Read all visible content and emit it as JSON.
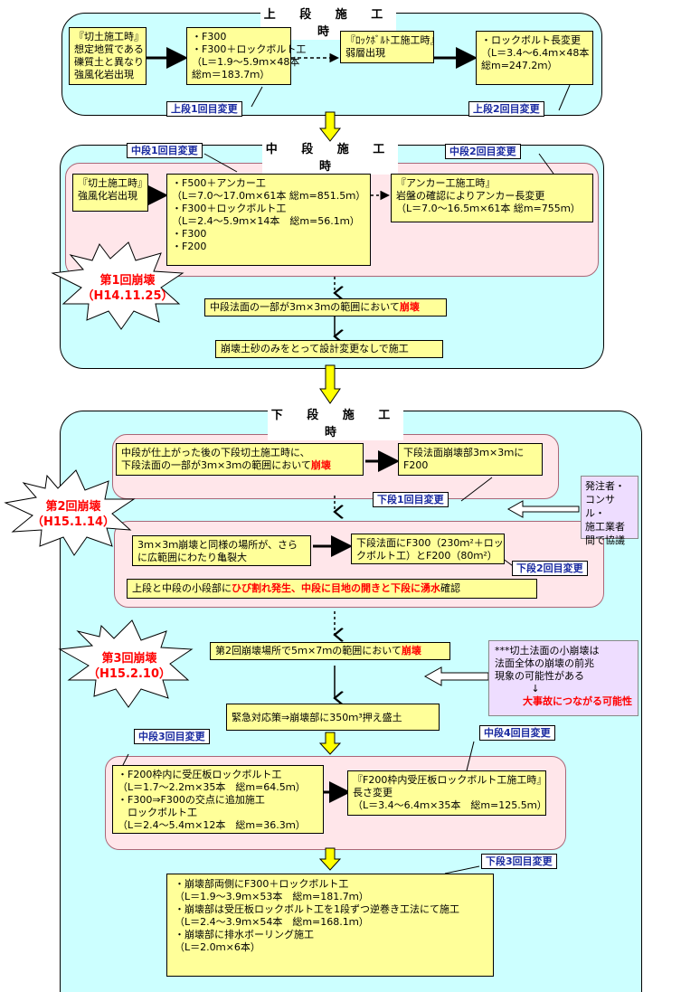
{
  "upper": {
    "title": "上 段 施 工 時",
    "box1": [
      "『切土施工時』",
      "想定地質である",
      "礫質土と異なり",
      "強風化岩出現"
    ],
    "box2": [
      "・F300",
      "・F300＋ロックボルト工",
      "（L＝1.9～5.9ｍ×48本",
      "総m＝183.7ｍ）"
    ],
    "box3": [
      "『ﾛｯｸﾎﾞﾙﾄ工施工時』",
      "弱層出現"
    ],
    "box4": [
      "・ロックボルト長変更",
      "（L＝3.4～6.4ｍ×48本",
      "総m=247.2ｍ）"
    ],
    "rev1": "上段1回目変更",
    "rev2": "上段2回目変更"
  },
  "middle": {
    "title": "中 段 施 工 時",
    "rev1": "中段1回目変更",
    "rev2": "中段2回目変更",
    "box1": [
      "『切土施工時』",
      "強風化岩出現"
    ],
    "box2": [
      "・F500＋アンカー工",
      "（L＝7.0～17.0ｍ×61本 総m=851.5ｍ）",
      "・F300＋ロックボルト工",
      "（L＝2.4～5.9ｍ×14本　総m=56.1ｍ）",
      "・F300",
      "・F200"
    ],
    "box3": [
      "『アンカー工施工時』",
      "岩盤の確認によりアンカー長変更",
      "（L＝7.0～16.5ｍ×61本 総m=755ｍ）"
    ],
    "collapse": {
      "pre": "中段法面の一部が3ｍ×3ｍの範囲において",
      "red": "崩壊"
    },
    "remove": "崩壊土砂のみをとって設計変更なしで施工"
  },
  "burst1": {
    "title": "第1回崩壊",
    "date": "（H14.11.25）"
  },
  "burst2": {
    "title": "第2回崩壊",
    "date": "（H15.1.14）"
  },
  "burst3": {
    "title": "第3回崩壊",
    "date": "（H15.2.10）"
  },
  "lower": {
    "title": "下 段 施 工 時",
    "box1": {
      "l1": "中段が仕上がった後の下段切土施工時に、",
      "l2pre": "下段法面の一部が3ｍ×3ｍの範囲において",
      "l2red": "崩壊"
    },
    "box2": [
      "下段法面崩壊部3ｍ×3ｍに",
      "F200"
    ],
    "rev1": "下段1回目変更",
    "box3": [
      "3ｍ×3ｍ崩壊と同様の場所が、さら",
      "に広範囲にわたり亀裂大"
    ],
    "box4": [
      "下段法面にF300（230ｍ²＋ロッ",
      "クボルト工）とF200（80ｍ²）"
    ],
    "rev2": "下段2回目変更",
    "crack": {
      "a": "上段と中段の小段部に",
      "b": "ひび割れ",
      "c": "発生、中段に目地の開きと下段に",
      "d": "湧水",
      "e": "確認"
    },
    "collapse3": {
      "pre": "第2回崩壊場所で5ｍ×7ｍの範囲において",
      "red": "崩壊"
    },
    "emergency": "緊急対応策⇒崩壊部に350ｍ³押え盛土",
    "rev3mid": "中段3回目変更",
    "rev4mid": "中段4回目変更",
    "box5": [
      "・F200枠内に受圧板ロックボルト工",
      "（L＝1.7～2.2ｍ×35本　総m=64.5ｍ）",
      "・F300⇒F300の交点に追加施工",
      "　ロックボルト工",
      "（L＝2.4～5.4ｍ×12本　総m=36.3ｍ）"
    ],
    "box6": [
      "『F200枠内受圧板ロックボルト工施工時』",
      "長さ変更",
      "（L＝3.4～6.4ｍ×35本　総m=125.5ｍ）"
    ],
    "rev3": "下段3回目変更",
    "box7": [
      "・崩壊部両側にF300＋ロックボルト工",
      "（L＝1.9～3.9ｍ×53本　総m=181.7ｍ）",
      "・崩壊部は受圧板ロックボルト工を1段ずつ逆巻き工法にて施工",
      "（L＝2.4～3.9ｍ×54本　総m=168.1ｍ）",
      "・崩壊部に排水ボーリング施工",
      "（L＝2.0ｍ×6本）"
    ]
  },
  "side1": [
    "発注者・",
    "コンサル・",
    "施工業者",
    "間で協議"
  ],
  "side2": {
    "l1": "***切土法面の小崩壊は",
    "l2": "法面全体の崩壊の前兆",
    "l3": "現象の可能性がある",
    "arrow": "↓",
    "red": "大事故につながる可能性"
  },
  "colors": {
    "panel": "#ccffff",
    "box": "#ffff99",
    "pink": "#ffe6ea",
    "accent": "#ff0000",
    "rev": "#1a2aa0",
    "note": "#eeddff"
  }
}
